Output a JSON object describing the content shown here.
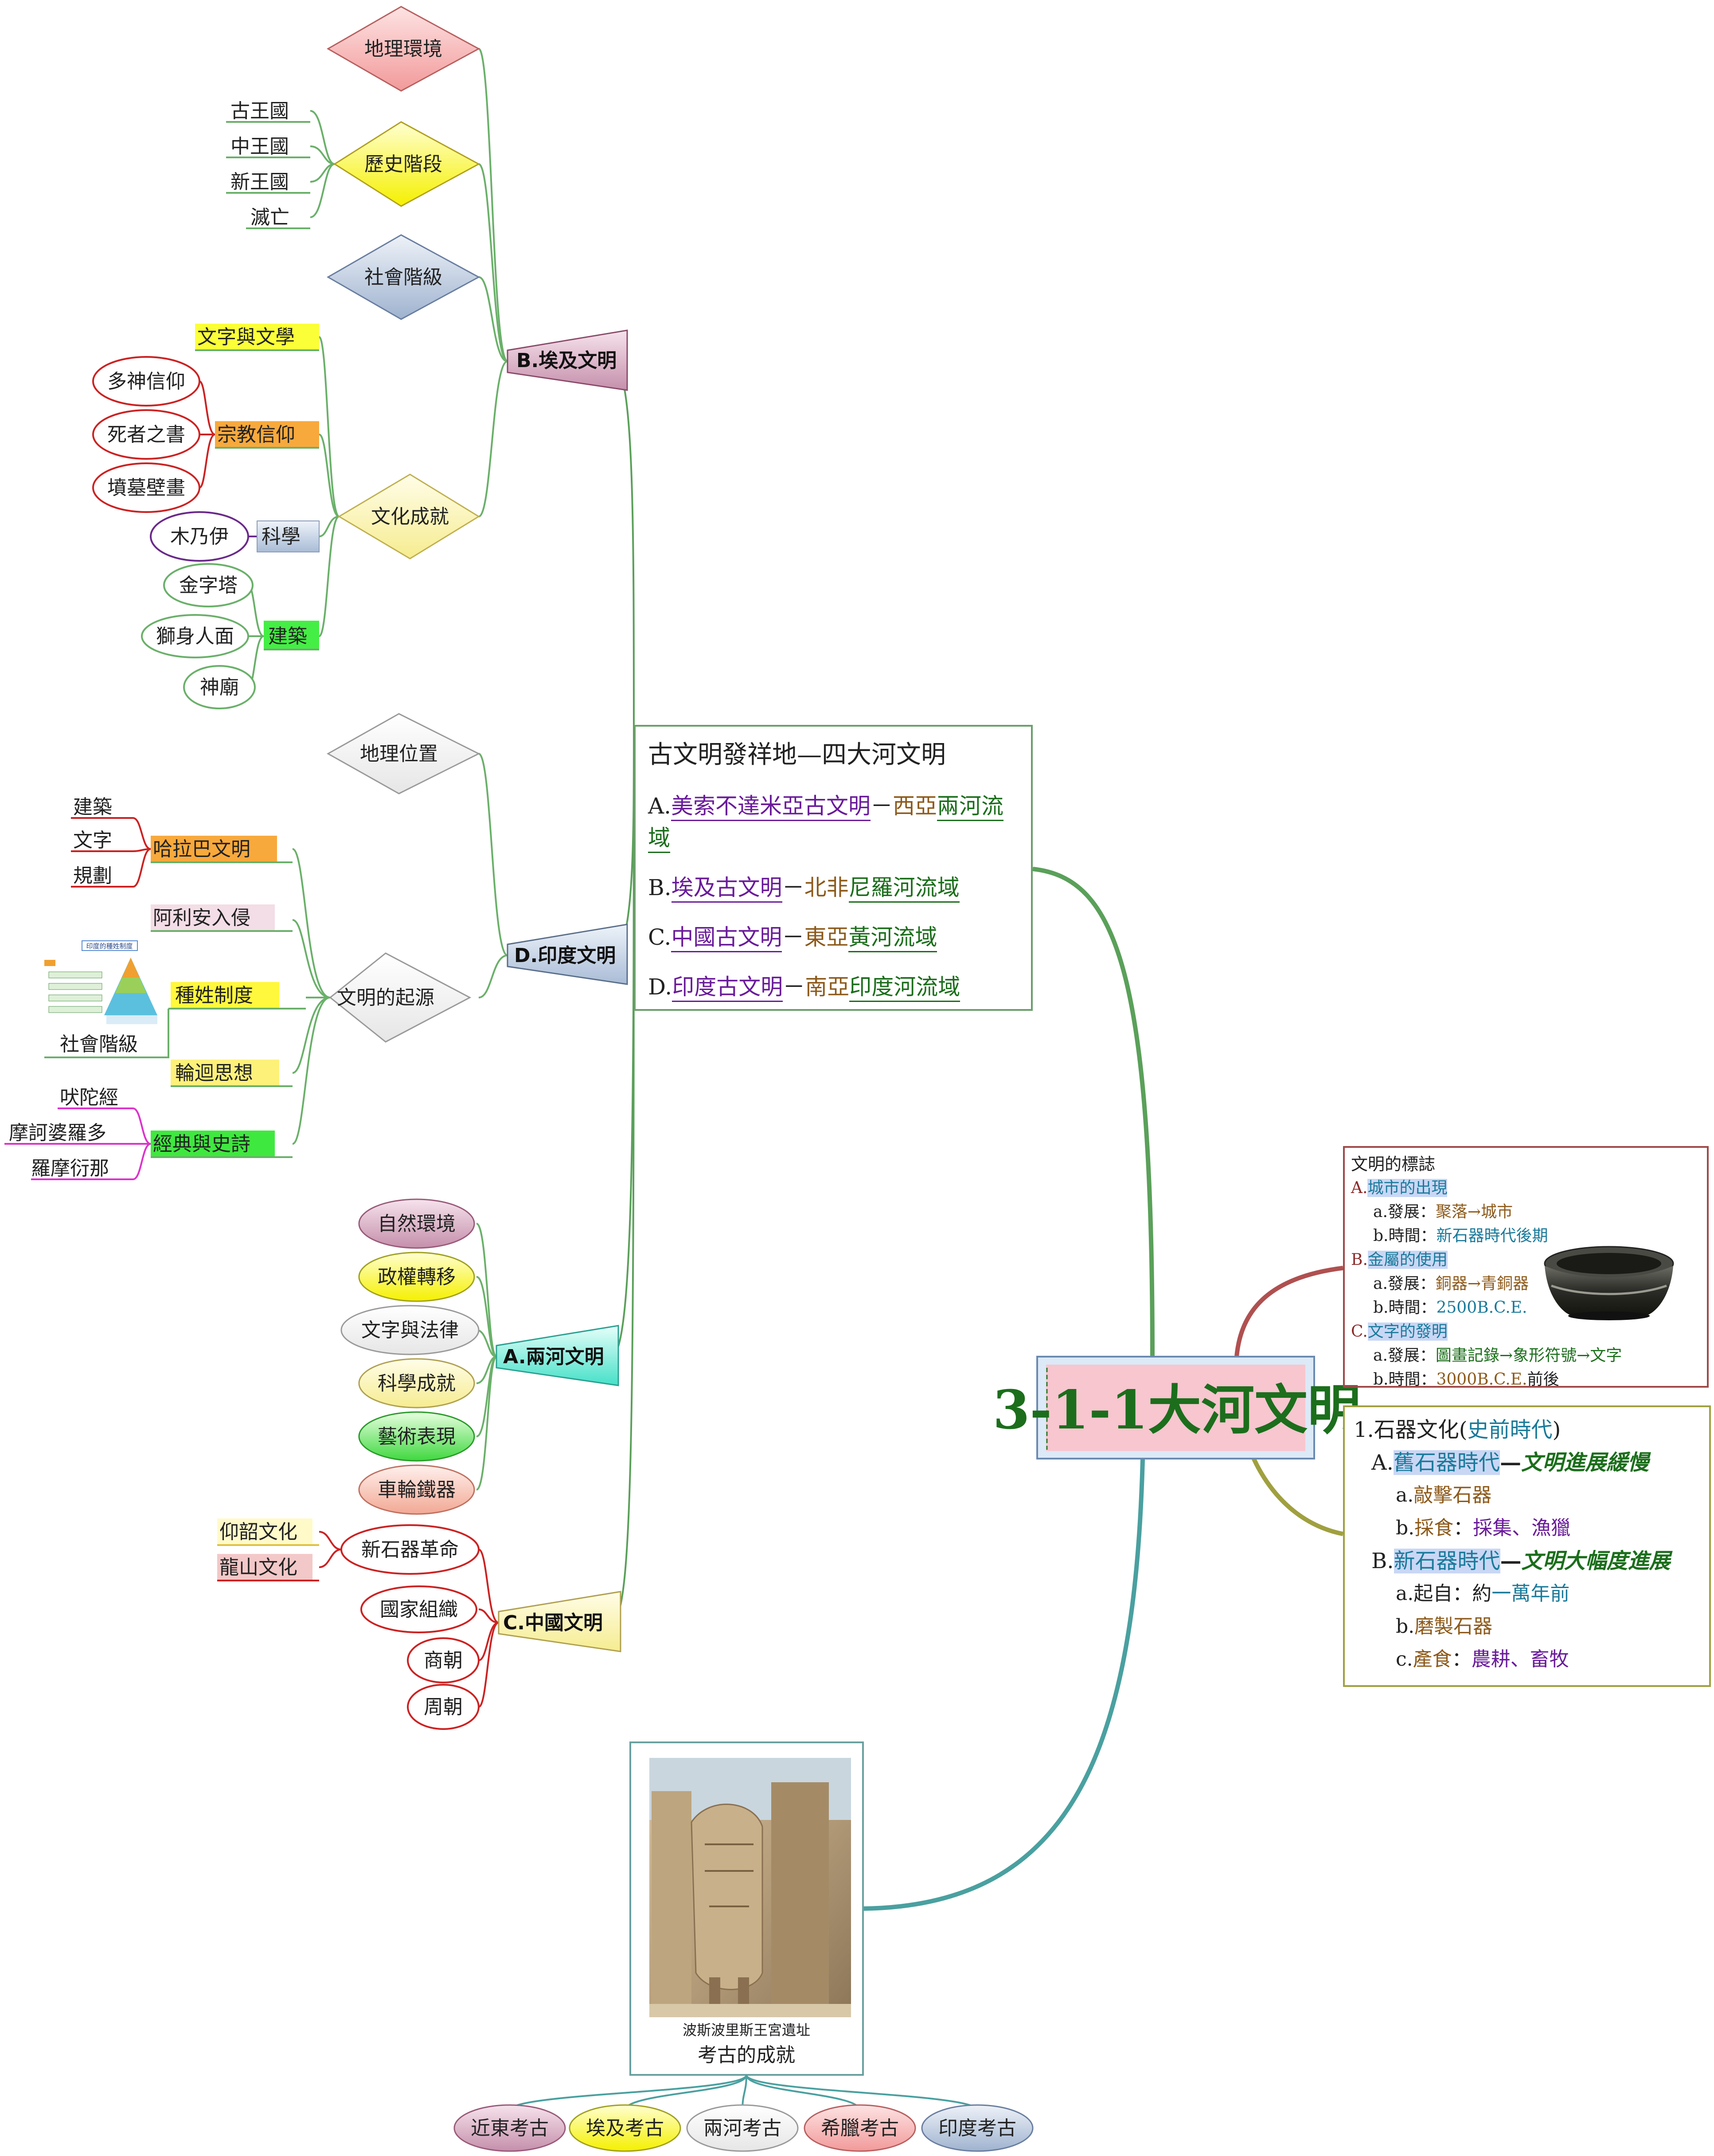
{
  "central": {
    "title": "3-1-1大河文明"
  },
  "egypt": {
    "label": "B.埃及文明",
    "geo": "地理環境",
    "history": "歷史階段",
    "history_items": [
      "古王國",
      "中王國",
      "新王國",
      "滅亡"
    ],
    "social": "社會階級",
    "culture": "文化成就",
    "writing": "文字與文學",
    "religion": "宗教信仰",
    "religion_items": [
      "多神信仰",
      "死者之書",
      "墳墓壁畫"
    ],
    "science": "科學",
    "mummy": "木乃伊",
    "architecture": "建築",
    "arch_items": [
      "金字塔",
      "獅身人面",
      "神廟"
    ]
  },
  "india": {
    "label": "D.印度文明",
    "geo": "地理位置",
    "origin": "文明的起源",
    "harappa": "哈拉巴文明",
    "harappa_items": [
      "建築",
      "文字",
      "規劃"
    ],
    "aryan": "阿利安入侵",
    "caste": "種姓制度",
    "caste_caption": "社會階級",
    "reincarnation": "輪迴思想",
    "classics": "經典與史詩",
    "classics_items": [
      "吠陀經",
      "摩訶婆羅多",
      "羅摩衍那"
    ]
  },
  "meso": {
    "label": "A.兩河文明",
    "items": [
      "自然環境",
      "政權轉移",
      "文字與法律",
      "科學成就",
      "藝術表現",
      "車輪鐵器"
    ]
  },
  "china": {
    "label": "C.中國文明",
    "neolithic": "新石器革命",
    "neolithic_items": [
      "仰韶文化",
      "龍山文化"
    ],
    "state": "國家組織",
    "shang": "商朝",
    "zhou": "周朝"
  },
  "summary": {
    "title": "古文明發祥地—四大河文明",
    "rows": [
      {
        "prefix": "A.",
        "civ": "美索不達米亞古文明",
        "dash": "－",
        "region": "西亞",
        "river": "兩河流域"
      },
      {
        "prefix": "B.",
        "civ": "埃及古文明",
        "dash": "－",
        "region": "北非",
        "river": "尼羅河流域"
      },
      {
        "prefix": "C.",
        "civ": "中國古文明",
        "dash": "－",
        "region": "東亞",
        "river": "黃河流域"
      },
      {
        "prefix": "D.",
        "civ": "印度古文明",
        "dash": "－",
        "region": "南亞",
        "river": "印度河流域"
      }
    ]
  },
  "markers": {
    "title": "文明的標誌",
    "a_head": "A.",
    "a_title": "城市的出現",
    "a1_label": "a.發展：",
    "a1_val": "聚落→城市",
    "a2_label": "b.時間：",
    "a2_val": "新石器時代後期",
    "b_head": "B.",
    "b_title": "金屬的使用",
    "b1_label": "a.發展：",
    "b1_val": "銅器→青銅器",
    "b2_label": "b.時間：",
    "b2_val": "2500B.C.E.",
    "c_head": "C.",
    "c_title": "文字的發明",
    "c1_label": "a.發展：",
    "c1_val": "圖畫記錄→象形符號→文字",
    "c2_label": "b.時間：",
    "c2_val": "3000B.C.E.",
    "c2_suffix": "前後"
  },
  "stone": {
    "title_num": "1.石器文化(",
    "title_em": "史前時代",
    "title_end": ")",
    "a_head": "A.",
    "a_title": "舊石器時代",
    "a_dash": "—",
    "a_desc": "文明進展緩慢",
    "a1_label": "a.",
    "a1_val": "敲擊石器",
    "a2_label": "b.",
    "a2_key": "採食",
    "a2_colon": "：",
    "a2_val": "採集、漁獵",
    "b_head": "B.",
    "b_title": "新石器時代",
    "b_dash": "—",
    "b_desc": "文明大幅度進展",
    "b1_label": "a.起自：",
    "b1_pre": "約",
    "b1_val": "一萬年前",
    "b2_label": "b.",
    "b2_val": "磨製石器",
    "b3_label": "c.",
    "b3_key": "產食",
    "b3_colon": "：",
    "b3_val": "農耕、畜牧"
  },
  "archaeology": {
    "caption": "波斯波里斯王宮遺址",
    "label": "考古的成就",
    "items": [
      "近東考古",
      "埃及考古",
      "兩河考古",
      "希臘考古",
      "印度考古"
    ]
  },
  "pyramid_chart": {
    "title": "印度的種姓制度"
  },
  "colors": {
    "branch_green": "#5aa05a",
    "branch_teal": "#4aa0a0",
    "branch_red": "#b05050",
    "branch_olive": "#a0a040",
    "central_fill": "#f7c6cf",
    "central_text": "#1c6e1c"
  }
}
